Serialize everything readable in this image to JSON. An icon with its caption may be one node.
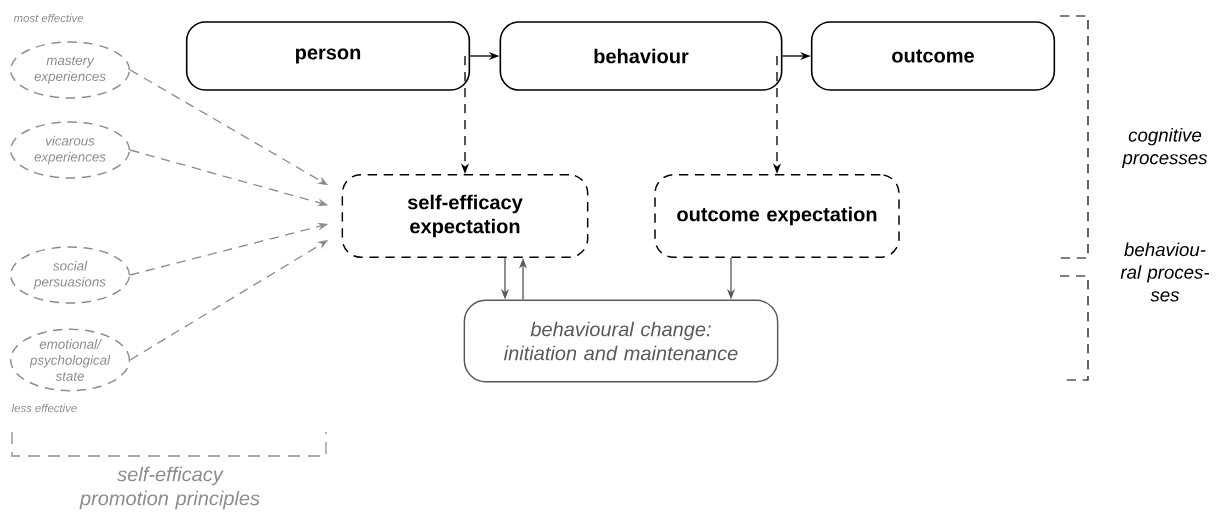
{
  "diagram": {
    "nodes": [
      {
        "text": [
          "person"
        ]
      },
      {
        "text": [
          "behaviour"
        ]
      },
      {
        "text": [
          "outcome"
        ]
      },
      {
        "text": [
          "self-efficacy expectation"
        ]
      },
      {
        "text": [
          "outcome expectation"
        ]
      },
      {
        "text": [
          "behavioural change: initiation and maintenance"
        ]
      },
      {
        "text": [
          "mastery experiences"
        ]
      },
      {
        "text": [
          "vicarous experiences"
        ]
      },
      {
        "text": [
          "social persuasions"
        ]
      },
      {
        "text": [
          "emotional/ psychological state"
        ]
      }
    ],
    "edges": [
      {
        "from": 0,
        "to": 1,
        "arrow": "to"
      },
      {
        "from": 1,
        "to": 2,
        "arrow": "to"
      },
      {
        "from": 0,
        "to": 3,
        "arrow": "to",
        "style": "dashed"
      },
      {
        "from": 1,
        "to": 4,
        "arrow": "to",
        "style": "dashed"
      },
      {
        "from": 3,
        "to": 5,
        "arrow": "to",
        "color": "#595959"
      },
      {
        "from": 5,
        "to": 3,
        "arrow": "to",
        "color": "#595959"
      },
      {
        "from": 4,
        "to": 5,
        "arrow": "to",
        "color": "#595959"
      },
      {
        "from": 6,
        "to": 3,
        "arrow": "to",
        "style": "dashed",
        "color": "#8c8c8c"
      },
      {
        "from": 7,
        "to": 3,
        "arrow": "to",
        "style": "dashed",
        "color": "#8c8c8c"
      },
      {
        "from": 8,
        "to": 3,
        "arrow": "to",
        "style": "dashed",
        "color": "#8c8c8c"
      },
      {
        "from": 9,
        "to": 3,
        "arrow": "to",
        "style": "dashed",
        "color": "#8c8c8c"
      }
    ],
    "labels": [
      "most effective",
      "less effective",
      "self-efficacy promotion principles",
      "cognitive processes",
      "behaviou- ral proces- ses"
    ]
  }
}
